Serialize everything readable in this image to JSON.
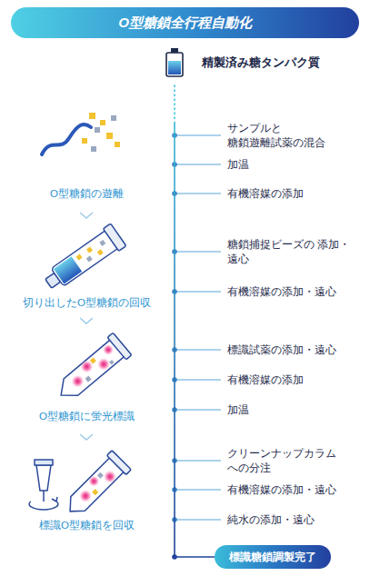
{
  "diagram": {
    "title": "O型糖鎖全行程自動化",
    "nodes": [
      {
        "text": [
          "精製済み糖タンパク質"
        ]
      },
      {
        "text": [
          "標識糖鎖調製完了"
        ]
      }
    ],
    "edges": [
      {
        "from": 0,
        "to": 1,
        "arrow": "none"
      }
    ],
    "labels": [
      "サンプルと 糖鎖遊離試薬の混合",
      "加温",
      "有機溶媒の添加",
      "糖鎖捕捉ビーズの 添加・遠心",
      "有機溶媒の添加・遠心",
      "標識試薬の添加・遠心",
      "有機溶媒の添加",
      "加温",
      "クリーンナップカラム への分注",
      "有機溶媒の添加・遠心",
      "純水の添加・遠心",
      "O型糖鎖の遊離",
      "切り出したO型糖鎖の回収",
      "O型糖鎖に蛍光標識",
      "標識O型糖鎖を回収"
    ]
  }
}
